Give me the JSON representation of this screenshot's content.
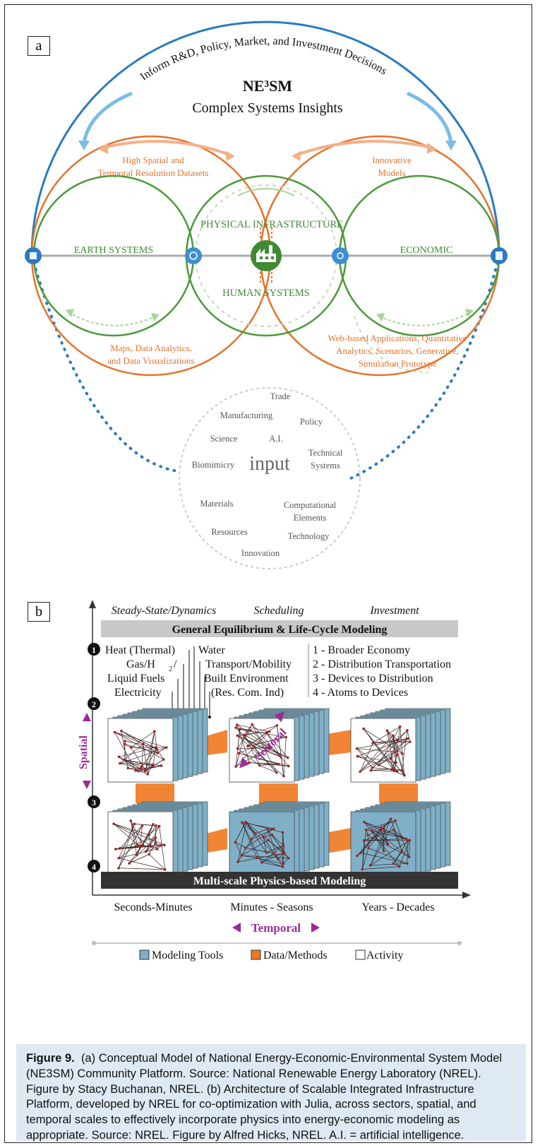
{
  "panel_a": {
    "label": "a",
    "arc_text": "Inform R&D, Policy, Market, and Investment Decisions",
    "title": "NE³SM",
    "subtitle": "Complex Systems Insights",
    "left_top_label": [
      "High Spatial and",
      "Temporal Resolution Datasets"
    ],
    "right_top_label": [
      "Innovative",
      "Models"
    ],
    "left_bottom_label": [
      "Maps, Data Analytics,",
      "and Data Visualizations"
    ],
    "right_bottom_label": [
      "Web-based Applications, Quantitative",
      "Analytics, Scenarios, Generative,",
      "Simulation Prototype"
    ],
    "earth_systems": "EARTH SYSTEMS",
    "economic": "ECONOMIC",
    "physical_infrastructure": "PHYSICAL INFRASTRUCTURE",
    "human_systems": "HUMAN SYSTEMS",
    "input_center": "input",
    "input_words": [
      "Trade",
      "Manufacturing",
      "Policy",
      "Science",
      "A.I.",
      "Technical",
      "Systems",
      "Biomimicry",
      "Materials",
      "Computational",
      "Elements",
      "Resources",
      "Technology",
      "Innovation"
    ],
    "colors": {
      "orange": "#e8712a",
      "green": "#4a9a3a",
      "blue": "#2a7bc0",
      "light_blue": "#7bbce6",
      "light_orange": "#f4b08a",
      "light_green": "#a8d49a"
    }
  },
  "panel_b": {
    "label": "b",
    "col_headers": [
      "Steady-State/Dynamics",
      "Scheduling",
      "Investment"
    ],
    "top_bar": "General Equilibrium & Life-Cycle Modeling",
    "bottom_bar": "Multi-scale Physics-based Modeling",
    "level_numbers": [
      "1",
      "2",
      "3",
      "4"
    ],
    "sector_labels": [
      "Heat (Thermal)",
      "Gas/H",
      "2",
      "/",
      "Liquid Fuels",
      "Electricity",
      "Water",
      "Transport/Mobility",
      "Built Environment",
      "(Res. Com. Ind)"
    ],
    "scale_legend": [
      "1 - Broader Economy",
      "2 - Distribution Transportation",
      "3 - Devices to Distribution",
      "4 - Atoms to Devices"
    ],
    "spatial": "Spatial",
    "sectoral": "Sectoral",
    "temporal": "Temporal",
    "time_labels": [
      "Seconds-Minutes",
      "Minutes - Seasons",
      "Years - Decades"
    ],
    "legend": [
      "Modeling Tools",
      "Data/Methods",
      "Activity"
    ],
    "colors": {
      "modeling": "#7fb0c8",
      "data": "#f07820",
      "activity": "#ffffff",
      "purple": "#9b2a9b",
      "bar_light": "#c8c8c8",
      "bar_dark": "#333333"
    }
  },
  "caption": {
    "figure_label": "Figure 9.",
    "text": "(a) Conceptual Model of National Energy-Economic-Environmental System Model (NE3SM) Community Platform. Source: National Renewable Energy Laboratory (NREL). Figure by Stacy Buchanan, NREL. (b) Architecture of Scalable Integrated Infrastructure Platform, developed by NREL for co-optimization with Julia, across sectors, spatial, and temporal scales to effectively incorporate physics into energy-economic modeling as appropriate. Source: NREL. Figure by Alfred Hicks, NREL. A.I. = artificial intelligence."
  }
}
